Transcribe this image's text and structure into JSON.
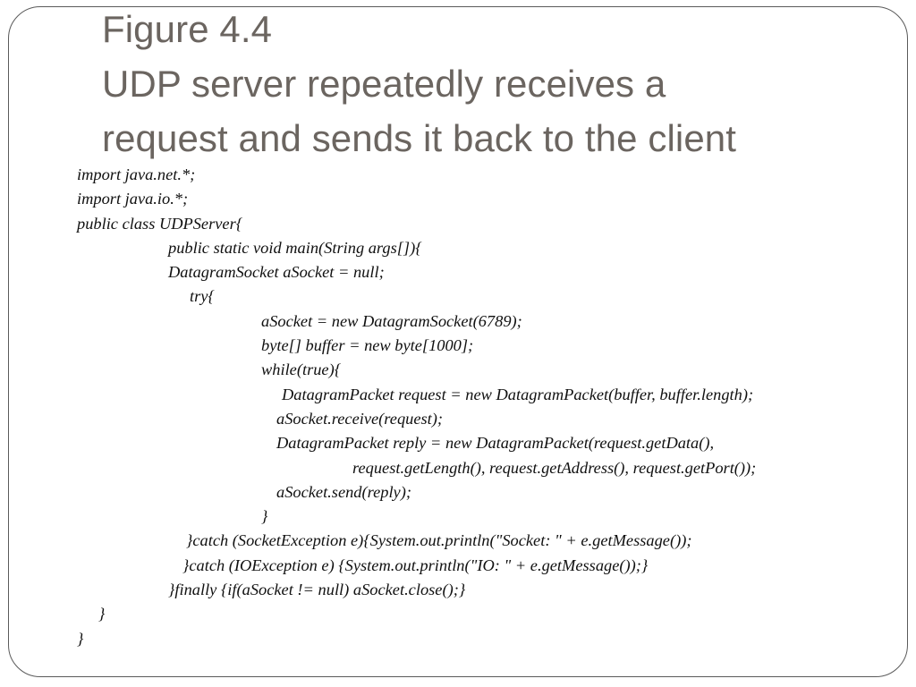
{
  "slide": {
    "title_lines": [
      "Figure 4.4",
      "UDP server repeatedly receives a",
      "request and sends it back to the client"
    ],
    "code_lines": [
      "import java.net.*;",
      "import java.io.*;",
      "public class UDPServer{",
      "public static void main(String args[]){",
      "DatagramSocket aSocket = null;",
      "try{",
      "aSocket = new DatagramSocket(6789);",
      "byte[] buffer = new byte[1000];",
      "while(true){",
      "DatagramPacket request = new DatagramPacket(buffer, buffer.length);",
      "aSocket.receive(request);",
      "DatagramPacket reply = new DatagramPacket(request.getData(),",
      "request.getLength(), request.getAddress(), request.getPort());",
      "aSocket.send(reply);",
      "}",
      "}catch (SocketException e){System.out.println(\"Socket: \" + e.getMessage());",
      "}catch (IOException e) {System.out.println(\"IO: \" + e.getMessage());}",
      "}finally {if(aSocket != null) aSocket.close();}",
      "}",
      "}"
    ]
  }
}
